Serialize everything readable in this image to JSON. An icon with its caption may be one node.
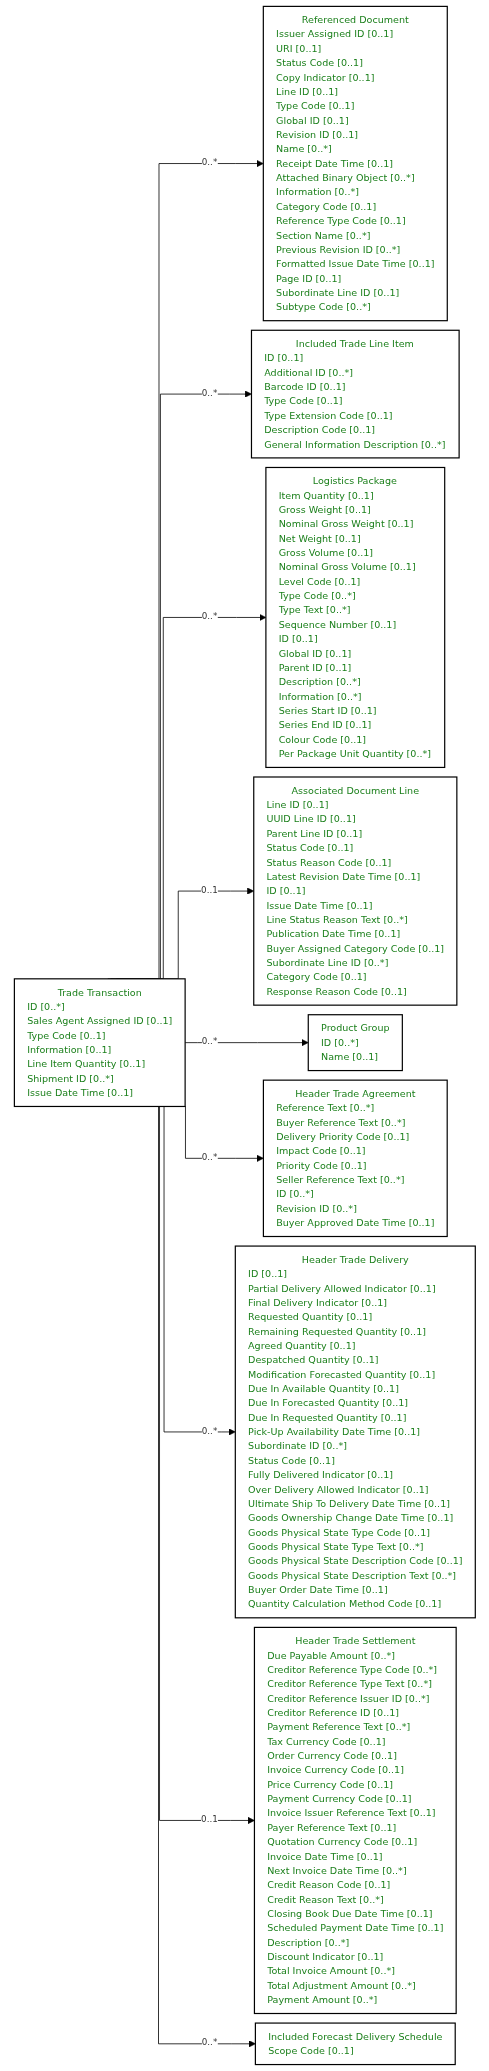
{
  "diagram": {
    "nodes": [
      {
        "text": [
          "Trade Transaction",
          "ID [0..*]",
          "Sales Agent Assigned ID [0..1]",
          "Type Code [0..1]",
          "Information [0..1]",
          "Line Item Quantity [0..1]",
          "Shipment ID [0..*]",
          "Issue Date Time [0..1]"
        ]
      },
      {
        "text": [
          "Referenced Document",
          "Issuer Assigned ID [0..1]",
          "URI [0..1]",
          "Status Code [0..1]",
          "Copy Indicator [0..1]",
          "Line ID [0..1]",
          "Type Code [0..1]",
          "Global ID [0..1]",
          "Revision ID [0..1]",
          "Name [0..*]",
          "Receipt Date Time [0..1]",
          "Attached Binary Object [0..*]",
          "Information [0..*]",
          "Category Code [0..1]",
          "Reference Type Code [0..1]",
          "Section Name [0..*]",
          "Previous Revision ID [0..*]",
          "Formatted Issue Date Time [0..1]",
          "Page ID [0..1]",
          "Subordinate Line ID [0..1]",
          "Subtype Code [0..*]"
        ]
      },
      {
        "text": [
          "Included Trade Line Item",
          "ID [0..1]",
          "Additional ID [0..*]",
          "Barcode ID [0..1]",
          "Type Code [0..1]",
          "Type Extension Code [0..1]",
          "Description Code [0..1]",
          "General Information Description [0..*]"
        ]
      },
      {
        "text": [
          "Logistics Package",
          "Item Quantity [0..1]",
          "Gross Weight [0..1]",
          "Nominal Gross Weight [0..1]",
          "Net Weight [0..1]",
          "Gross Volume [0..1]",
          "Nominal Gross Volume [0..1]",
          "Level Code [0..1]",
          "Type Code [0..*]",
          "Type Text [0..*]",
          "Sequence Number [0..1]",
          "ID [0..1]",
          "Global ID [0..1]",
          "Parent ID [0..1]",
          "Description [0..*]",
          "Information [0..*]",
          "Series Start ID [0..1]",
          "Series End ID [0..1]",
          "Colour Code [0..1]",
          "Per Package Unit Quantity [0..*]"
        ]
      },
      {
        "text": [
          "Associated Document Line",
          "Line ID [0..1]",
          "UUID Line ID [0..1]",
          "Parent Line ID [0..1]",
          "Status Code [0..1]",
          "Status Reason Code [0..1]",
          "Latest Revision Date Time [0..1]",
          "ID [0..1]",
          "Issue Date Time [0..1]",
          "Line Status Reason Text [0..*]",
          "Publication Date Time [0..1]",
          "Buyer Assigned Category Code [0..1]",
          "Subordinate Line ID [0..*]",
          "Category Code [0..1]",
          "Response Reason Code [0..1]"
        ]
      },
      {
        "text": [
          "Product Group",
          "ID [0..*]",
          "Name [0..1]"
        ]
      },
      {
        "text": [
          "Header Trade Agreement",
          "Reference Text [0..*]",
          "Buyer Reference Text [0..*]",
          "Delivery Priority Code [0..1]",
          "Impact Code [0..1]",
          "Priority Code [0..1]",
          "Seller Reference Text [0..*]",
          "ID [0..*]",
          "Revision ID [0..*]",
          "Buyer Approved Date Time [0..1]"
        ]
      },
      {
        "text": [
          "Header Trade Delivery",
          "ID [0..1]",
          "Partial Delivery Allowed Indicator [0..1]",
          "Final Delivery Indicator [0..1]",
          "Requested Quantity [0..1]",
          "Remaining Requested Quantity [0..1]",
          "Agreed Quantity [0..1]",
          "Despatched Quantity [0..1]",
          "Modification Forecasted Quantity [0..1]",
          "Due In Available Quantity [0..1]",
          "Due In Forecasted Quantity [0..1]",
          "Due In Requested Quantity [0..1]",
          "Pick-Up Availability Date Time [0..1]",
          "Subordinate ID [0..*]",
          "Status Code [0..1]",
          "Fully Delivered Indicator [0..1]",
          "Over Delivery Allowed Indicator [0..1]",
          "Ultimate Ship To Delivery Date Time [0..1]",
          "Goods Ownership Change Date Time [0..1]",
          "Goods Physical State Type Code [0..1]",
          "Goods Physical State Type Text [0..*]",
          "Goods Physical State Description Code [0..1]",
          "Goods Physical State Description Text [0..*]",
          "Buyer Order Date Time [0..1]",
          "Quantity Calculation Method Code [0..1]"
        ]
      },
      {
        "text": [
          "Header Trade Settlement",
          "Due Payable Amount [0..*]",
          "Creditor Reference Type Code [0..*]",
          "Creditor Reference Type Text [0..*]",
          "Creditor Reference Issuer ID [0..*]",
          "Creditor Reference ID [0..1]",
          "Payment Reference Text [0..*]",
          "Tax Currency Code [0..1]",
          "Order Currency Code [0..1]",
          "Invoice Currency Code [0..1]",
          "Price Currency Code [0..1]",
          "Payment Currency Code [0..1]",
          "Invoice Issuer Reference Text [0..1]",
          "Payer Reference Text [0..1]",
          "Quotation Currency Code [0..1]",
          "Invoice Date Time [0..1]",
          "Next Invoice Date Time [0..*]",
          "Credit Reason Code [0..1]",
          "Credit Reason Text [0..*]",
          "Closing Book Due Date Time [0..1]",
          "Scheduled Payment Date Time [0..1]",
          "Description [0..*]",
          "Discount Indicator [0..1]",
          "Total Invoice Amount [0..*]",
          "Total Adjustment Amount [0..*]",
          "Payment Amount [0..*]"
        ]
      },
      {
        "text": [
          "Included Forecast Delivery Schedule",
          "Scope Code [0..1]"
        ]
      }
    ],
    "edges": [
      {
        "from": 0,
        "to": 1,
        "arrow": "to",
        "label": "0..*"
      },
      {
        "from": 0,
        "to": 2,
        "arrow": "to",
        "label": "0..*"
      },
      {
        "from": 0,
        "to": 3,
        "arrow": "to",
        "label": "0..*"
      },
      {
        "from": 0,
        "to": 4,
        "arrow": "to",
        "label": "0..1"
      },
      {
        "from": 0,
        "to": 5,
        "arrow": "to",
        "label": "0..*"
      },
      {
        "from": 0,
        "to": 6,
        "arrow": "to",
        "label": "0..*"
      },
      {
        "from": 0,
        "to": 7,
        "arrow": "to",
        "label": "0..*"
      },
      {
        "from": 0,
        "to": 8,
        "arrow": "to",
        "label": "0..1"
      },
      {
        "from": 0,
        "to": 9,
        "arrow": "to",
        "label": "0..*"
      }
    ]
  }
}
